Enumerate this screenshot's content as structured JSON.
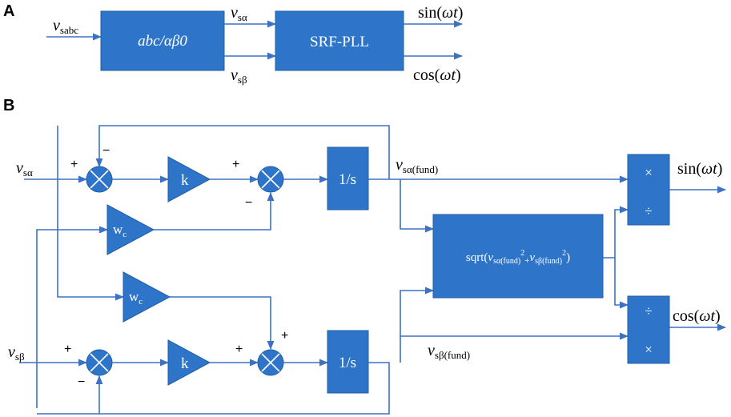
{
  "colors": {
    "block": "#2E75C9",
    "line": "#3D72C2",
    "text": "#000000"
  },
  "panel_a": {
    "label": "A",
    "input": {
      "symbol": "v",
      "subscript": "sabc"
    },
    "transform_block": "abc/αβ0",
    "pll_block": "SRF-PLL",
    "alpha": {
      "symbol": "v",
      "subscript": "sα"
    },
    "beta": {
      "symbol": "v",
      "subscript": "sβ"
    },
    "out_sin": {
      "prefix": "sin(",
      "var": "ωt",
      "suffix": ")"
    },
    "out_cos": {
      "prefix": "cos(",
      "var": "ωt",
      "suffix": ")"
    }
  },
  "panel_b": {
    "label": "B",
    "in_alpha": {
      "symbol": "v",
      "subscript": "sα"
    },
    "in_beta": {
      "symbol": "v",
      "subscript": "sβ"
    },
    "gain": "k",
    "filter_gain": {
      "symbol": "w",
      "subscript": "c"
    },
    "integrator": "1/s",
    "alpha_fund": {
      "symbol": "v",
      "subscript": "sα(fund)"
    },
    "beta_fund": {
      "symbol": "v",
      "subscript": "sβ(fund)"
    },
    "magnitude": {
      "prefix": "sqrt(",
      "v1": "v",
      "sub1": "sα(fund)",
      "exp1": "2",
      "plus": "+",
      "v2": "v",
      "sub2": "sβ(fund)",
      "exp2": "2",
      "suffix": ")"
    },
    "signs": {
      "plus": "+",
      "minus": "−"
    },
    "ops": {
      "multiply": "×",
      "divide": "÷"
    },
    "out_sin": {
      "prefix": "sin(",
      "var": "ωt",
      "suffix": ")"
    },
    "out_cos": {
      "prefix": "cos(",
      "var": "ωt",
      "suffix": ")"
    }
  }
}
